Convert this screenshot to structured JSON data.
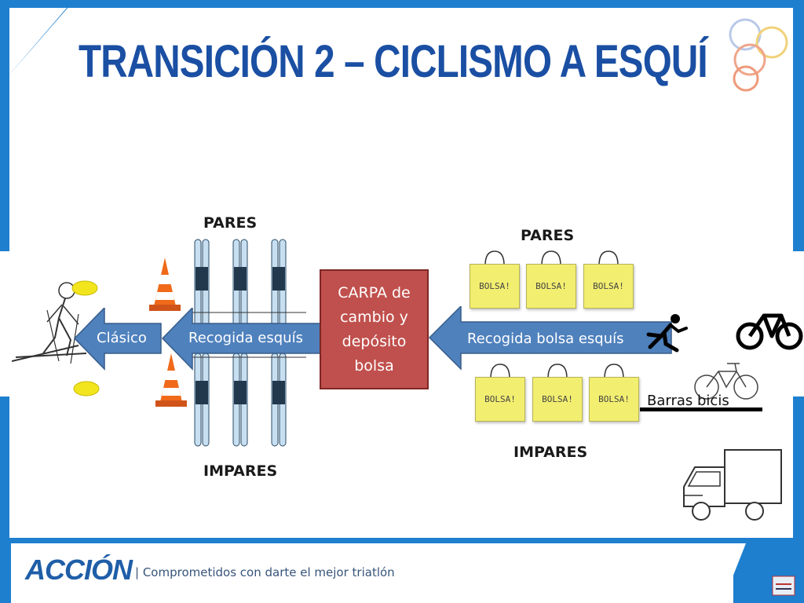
{
  "slide": {
    "title": "TRANSICIÓN 2 – CICLISMO A ESQUÍ",
    "colors": {
      "frame": "#1e7fcf",
      "title": "#1a4fa3",
      "arrow": "#4f81bd",
      "carpa": "#c0504d",
      "bag": "#f2ee70"
    }
  },
  "ski_area": {
    "label_top": "PARES",
    "label_bottom": "IMPARES",
    "arrow_clasico": "Clásico",
    "arrow_recogida": "Recogida esquís"
  },
  "carpa": {
    "text": "CARPA de cambio y depósito bolsa"
  },
  "bag_area": {
    "label_top": "PARES",
    "label_bottom": "IMPARES",
    "arrow_recogida_bolsa": "Recogida bolsa esquís",
    "bag_label": "BOLSA!"
  },
  "bike_area": {
    "label": "Barras bicis",
    "icons": [
      "runner-icon",
      "bicycle-icon",
      "truck-icon"
    ]
  },
  "footer": {
    "logo": "ACCIÓN",
    "tagline": "| Comprometidos con darte el mejor triatlón"
  }
}
